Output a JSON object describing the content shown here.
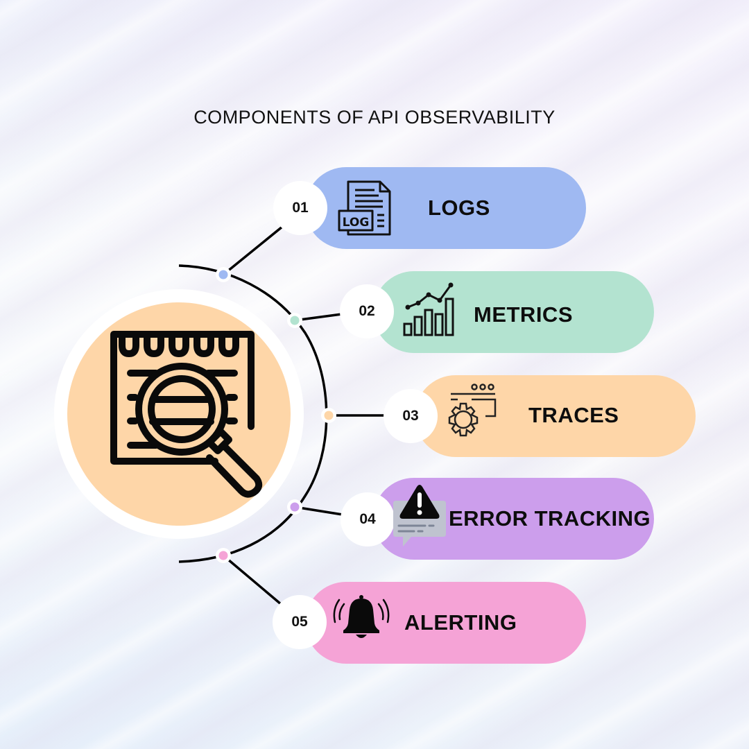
{
  "title": "COMPONENTS OF API OBSERVABILITY",
  "center": {
    "icon": "notepad-magnifier-icon",
    "fill": "#fed6a8"
  },
  "items": [
    {
      "number": "01",
      "label": "LOGS",
      "icon": "log-file-icon",
      "color": "#9fb9f2"
    },
    {
      "number": "02",
      "label": "METRICS",
      "icon": "bar-line-chart-icon",
      "color": "#b3e3d0"
    },
    {
      "number": "03",
      "label": "TRACES",
      "icon": "gear-window-icon",
      "color": "#fed6a8"
    },
    {
      "number": "04",
      "label": "ERROR TRACKING",
      "icon": "warning-message-icon",
      "color": "#cc9eec"
    },
    {
      "number": "05",
      "label": "ALERTING",
      "icon": "ringing-bell-icon",
      "color": "#f5a3d6"
    }
  ]
}
